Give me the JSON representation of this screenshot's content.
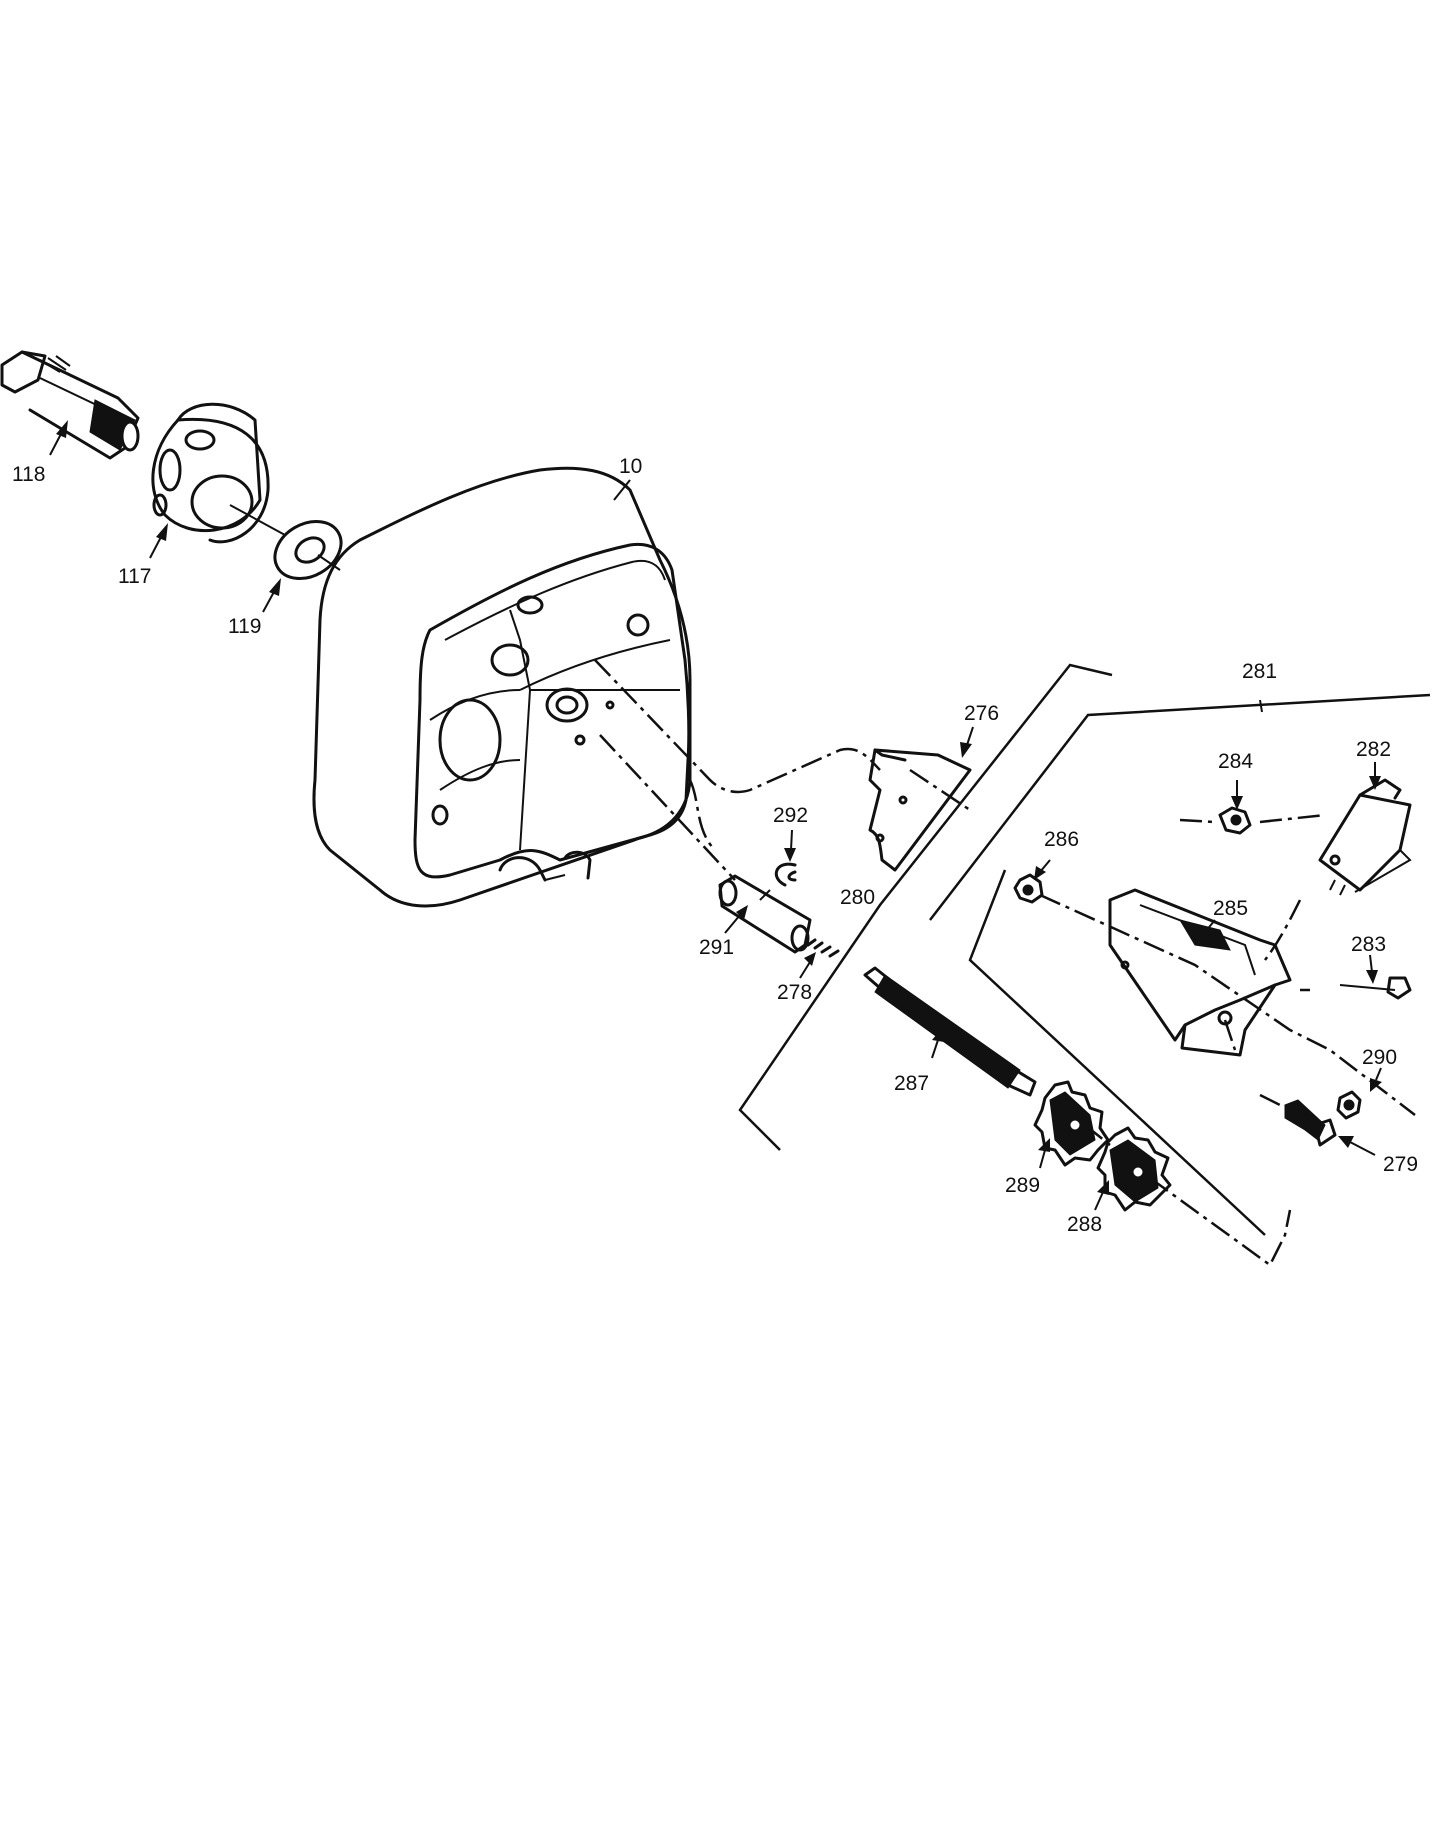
{
  "diagram": {
    "labels": {
      "p118": "118",
      "p117": "117",
      "p119": "119",
      "p10": "10",
      "p276": "276",
      "p292": "292",
      "p291": "291",
      "p278": "278",
      "p280": "280",
      "p281": "281",
      "p284": "284",
      "p282": "282",
      "p286": "286",
      "p285": "285",
      "p283": "283",
      "p287": "287",
      "p290": "290",
      "p279": "279",
      "p289": "289",
      "p288": "288"
    },
    "colors": {
      "ink": "#111111",
      "paper": "#ffffff"
    }
  }
}
